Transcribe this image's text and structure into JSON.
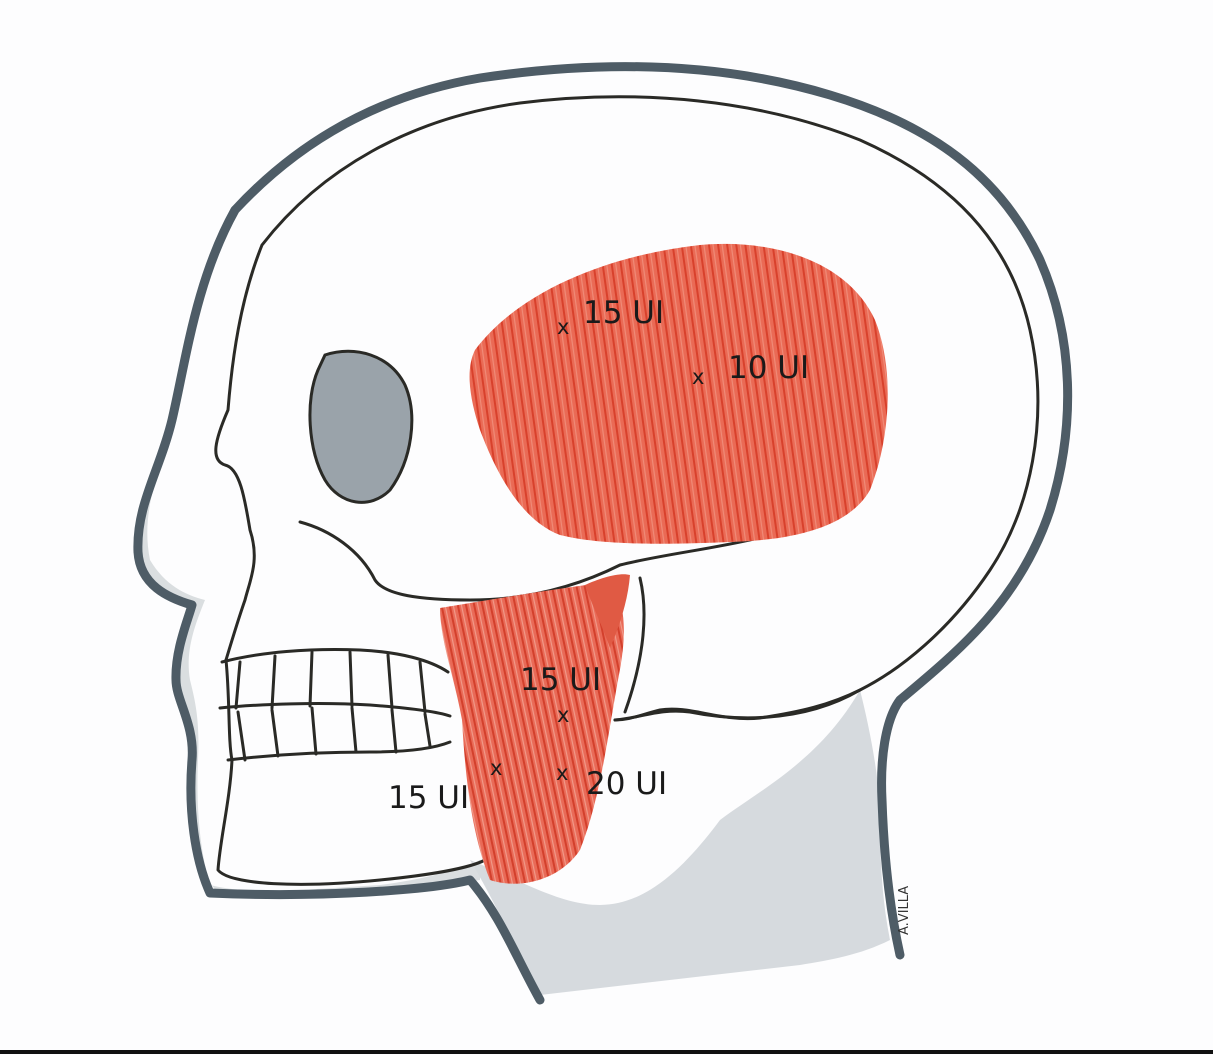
{
  "labels": {
    "temporal_upper": "15 UI",
    "temporal_lower": "10 UI",
    "masseter_upper": "15 UI",
    "masseter_left": "15 UI",
    "masseter_right": "20 UI"
  },
  "marker_glyph": "x",
  "signature": "A.VILLA",
  "colors": {
    "background": "#fdfdfe",
    "muscle": "#e5553f",
    "skin_shade": "#cfd4d8",
    "outline": "#4e5c66",
    "bone_line": "#2a2a26",
    "orbit": "#9aa3aa"
  }
}
